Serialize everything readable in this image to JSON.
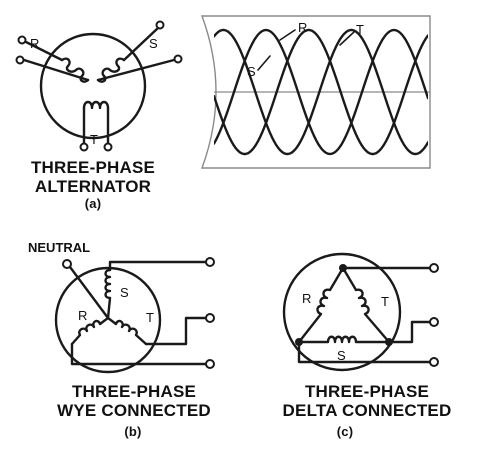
{
  "colors": {
    "ink": "#1a1a1a",
    "frame": "#8a8a8a",
    "background": "#ffffff"
  },
  "panel_a": {
    "caption_line1": "THREE-PHASE",
    "caption_line2": "ALTERNATOR",
    "tag": "(a)",
    "coil_labels": {
      "r": "R",
      "s": "S",
      "t": "T"
    },
    "waveform_labels": {
      "r": "R",
      "s": "S",
      "t": "T"
    }
  },
  "panel_b": {
    "caption_line1": "THREE-PHASE",
    "caption_line2": "WYE CONNECTED",
    "tag": "(b)",
    "neutral_label": "NEUTRAL",
    "coil_labels": {
      "r": "R",
      "s": "S",
      "t": "T"
    }
  },
  "panel_c": {
    "caption_line1": "THREE-PHASE",
    "caption_line2": "DELTA CONNECTED",
    "tag": "(c)",
    "coil_labels": {
      "r": "R",
      "s": "S",
      "t": "T"
    }
  }
}
